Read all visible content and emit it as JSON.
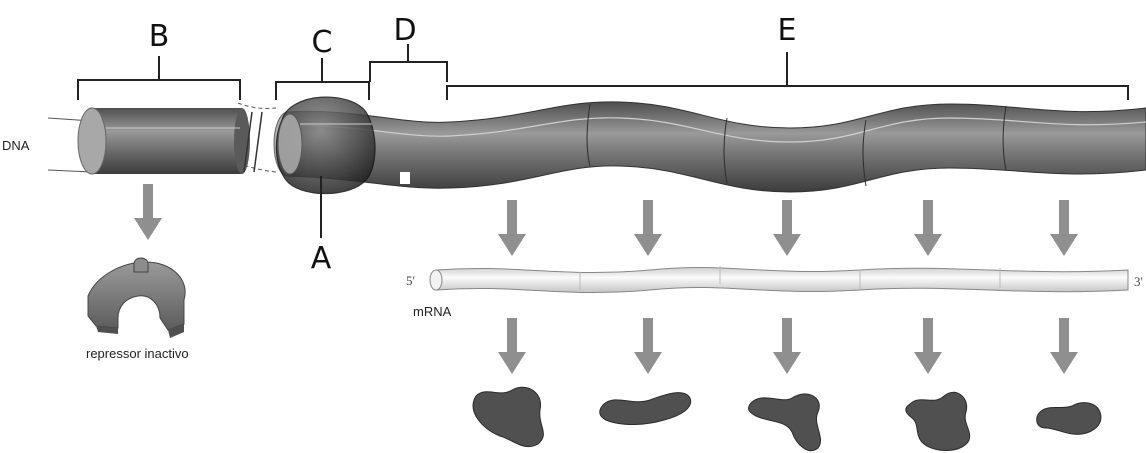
{
  "labels": {
    "A": "A",
    "B": "B",
    "C": "C",
    "D": "D",
    "E": "E",
    "dna": "DNA",
    "mrna": "mRNA",
    "five_prime": "5'",
    "three_prime": "3'",
    "repressor": "repressor inactivo"
  },
  "colors": {
    "dna_body": "#7d7d7d",
    "dna_dark": "#4a4a4a",
    "mrna_body": "#eeeeee",
    "arrow": "#8f8f8f",
    "protein": "#505050",
    "repressor": "#777777"
  }
}
